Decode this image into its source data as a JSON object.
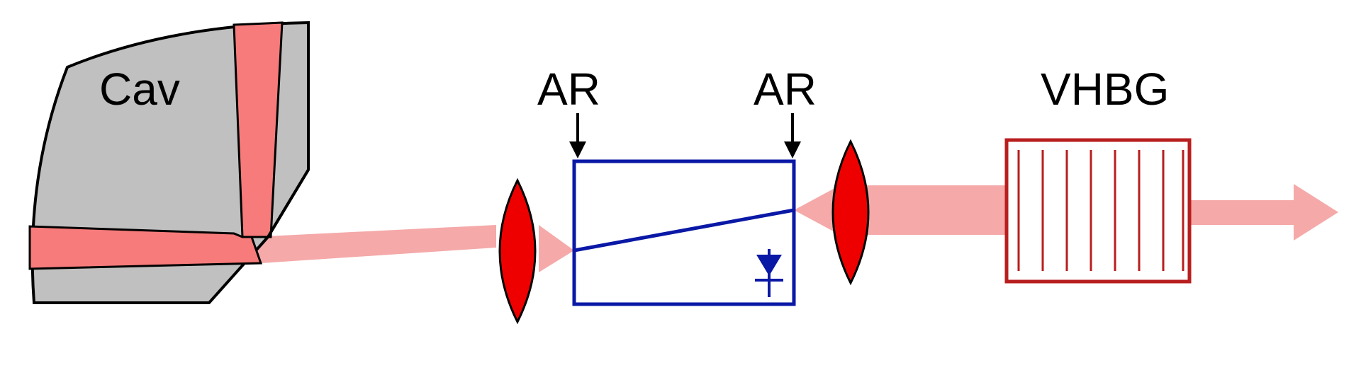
{
  "labels": {
    "cavity": "Cav",
    "ar_left": "AR",
    "ar_right": "AR",
    "vhbg": "VHBG"
  },
  "colors": {
    "cavity_fill": "#c0c0c0",
    "outline": "#000000",
    "beam_strong": "#f77b7b",
    "beam_light": "#f5a9a9",
    "lens": "#ee0000",
    "crystal": "#0a18a6",
    "vhbg": "#b81e1e",
    "background": "#ffffff"
  }
}
